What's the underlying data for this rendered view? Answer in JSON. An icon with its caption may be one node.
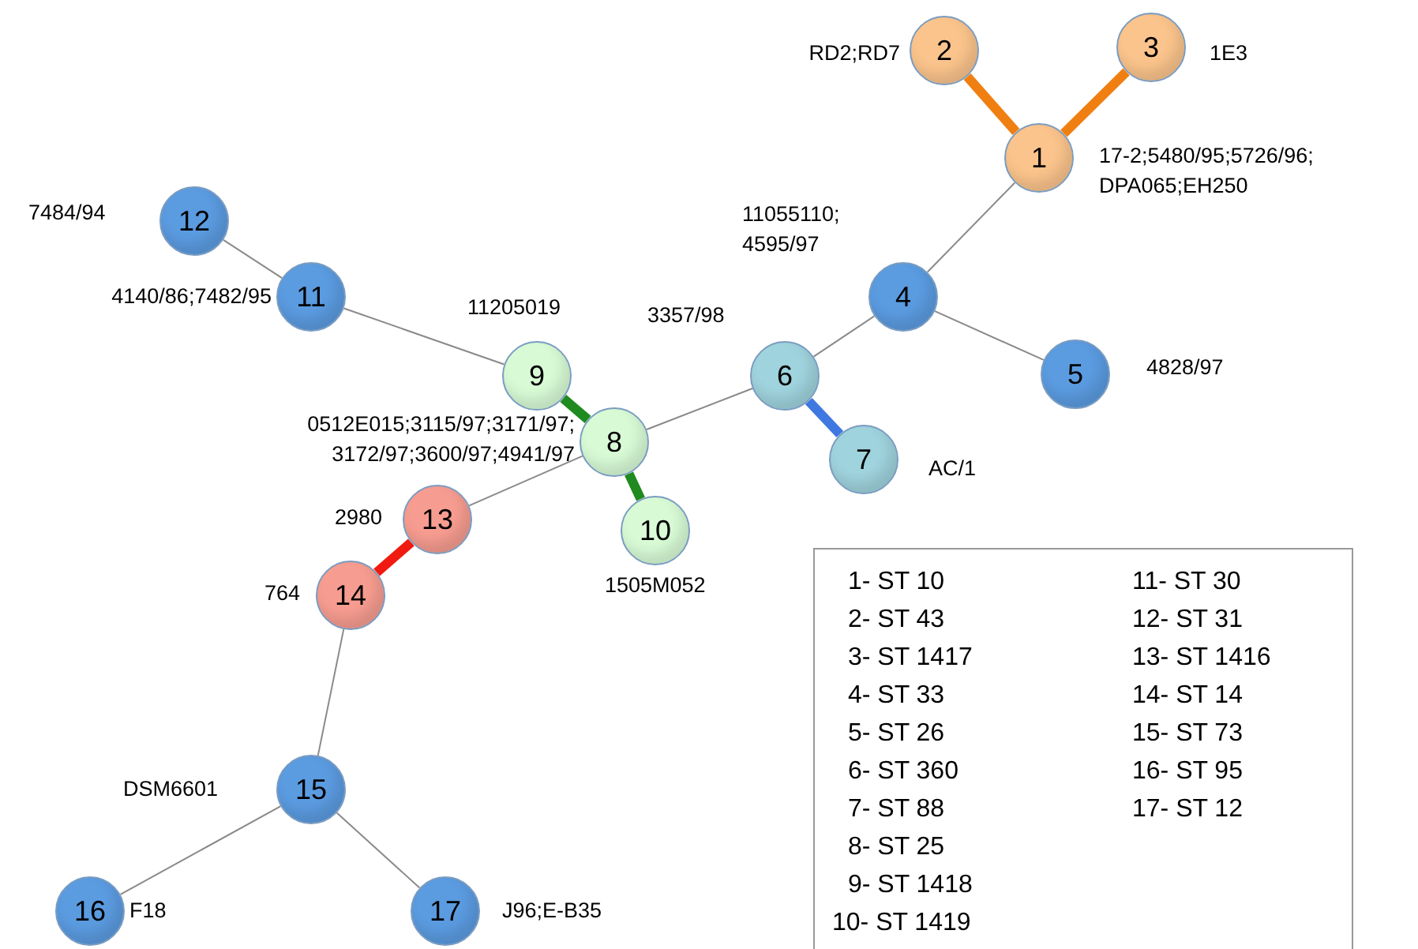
{
  "diagram": {
    "nodes": [
      {
        "text": [
          "1"
        ],
        "beside": [
          "17-2;5480/95;5726/96; DPA065;EH250"
        ]
      },
      {
        "text": [
          "2"
        ],
        "beside": [
          "RD2;RD7"
        ]
      },
      {
        "text": [
          "3"
        ],
        "beside": [
          "1E3"
        ]
      },
      {
        "text": [
          "4"
        ],
        "beside": [
          "11055110; 4595/97"
        ]
      },
      {
        "text": [
          "5"
        ],
        "beside": [
          "4828/97"
        ]
      },
      {
        "text": [
          "6"
        ],
        "beside": [
          "3357/98"
        ]
      },
      {
        "text": [
          "7"
        ],
        "beside": [
          "AC/1"
        ]
      },
      {
        "text": [
          "8"
        ],
        "beside": [
          "0512E015;3115/97;3171/97; 3172/97;3600/97;4941/97"
        ]
      },
      {
        "text": [
          "9"
        ],
        "beside": [
          "11205019"
        ]
      },
      {
        "text": [
          "10"
        ],
        "beside": [
          "1505M052"
        ]
      },
      {
        "text": [
          "11"
        ],
        "beside": [
          "4140/86;7482/95"
        ]
      },
      {
        "text": [
          "12"
        ],
        "beside": [
          "7484/94"
        ]
      },
      {
        "text": [
          "13"
        ],
        "beside": [
          "2980"
        ]
      },
      {
        "text": [
          "14"
        ],
        "beside": [
          "764"
        ]
      },
      {
        "text": [
          "15"
        ],
        "beside": [
          "DSM6601"
        ]
      },
      {
        "text": [
          "16"
        ],
        "beside": [
          "F18"
        ]
      },
      {
        "text": [
          "17"
        ],
        "beside": [
          "J96;E-B35"
        ]
      }
    ],
    "edges": [
      {
        "from": 0,
        "to": 1,
        "arrow": "none",
        "style": "thick",
        "color": "#f07f12"
      },
      {
        "from": 0,
        "to": 2,
        "arrow": "none",
        "style": "thick",
        "color": "#f07f12"
      },
      {
        "from": 0,
        "to": 3,
        "arrow": "none"
      },
      {
        "from": 3,
        "to": 4,
        "arrow": "none"
      },
      {
        "from": 3,
        "to": 5,
        "arrow": "none"
      },
      {
        "from": 5,
        "to": 6,
        "arrow": "none",
        "style": "thick",
        "color": "#3f78e0"
      },
      {
        "from": 5,
        "to": 7,
        "arrow": "none"
      },
      {
        "from": 7,
        "to": 8,
        "arrow": "none",
        "style": "thick",
        "color": "#1f8a1f"
      },
      {
        "from": 7,
        "to": 9,
        "arrow": "none",
        "style": "thick",
        "color": "#1f8a1f"
      },
      {
        "from": 8,
        "to": 10,
        "arrow": "none"
      },
      {
        "from": 10,
        "to": 11,
        "arrow": "none"
      },
      {
        "from": 7,
        "to": 12,
        "arrow": "none"
      },
      {
        "from": 12,
        "to": 13,
        "arrow": "none",
        "style": "thick",
        "color": "#f01a10"
      },
      {
        "from": 13,
        "to": 14,
        "arrow": "none"
      },
      {
        "from": 14,
        "to": 15,
        "arrow": "none"
      },
      {
        "from": 14,
        "to": 16,
        "arrow": "none"
      }
    ],
    "labels": [
      "1- ST 10",
      "2- ST 43",
      "3- ST 1417",
      "4- ST 33",
      "5- ST 26",
      "6- ST 360",
      "7- ST 88",
      "8- ST 25",
      "9- ST 1418",
      "10- ST 1419",
      "11- ST 30",
      "12- ST 31",
      "13- ST 1416",
      "14- ST 14",
      "15- ST 73",
      "16- ST 95",
      "17- ST 12"
    ]
  }
}
